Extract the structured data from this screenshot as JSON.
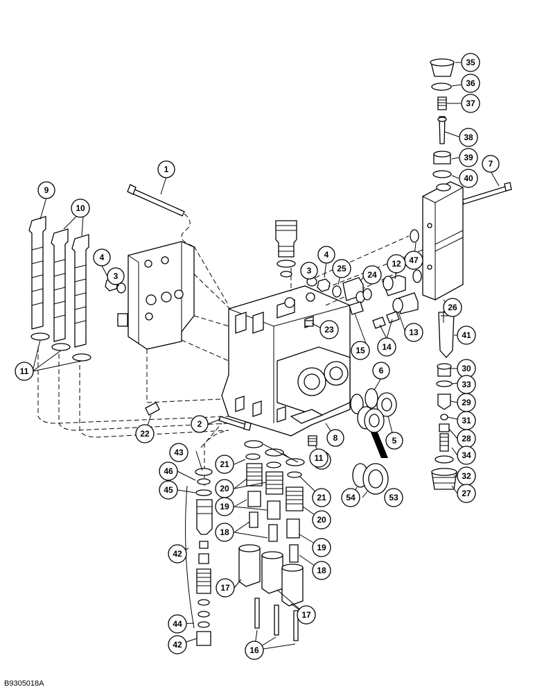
{
  "figure_ref": "B9305018A",
  "callouts": [
    {
      "id": "c35",
      "label": "35"
    },
    {
      "id": "c36",
      "label": "36"
    },
    {
      "id": "c37",
      "label": "37"
    },
    {
      "id": "c38",
      "label": "38"
    },
    {
      "id": "c39",
      "label": "39"
    },
    {
      "id": "c40",
      "label": "40"
    },
    {
      "id": "c7",
      "label": "7"
    },
    {
      "id": "c1",
      "label": "1"
    },
    {
      "id": "c9",
      "label": "9"
    },
    {
      "id": "c10",
      "label": "10"
    },
    {
      "id": "c47",
      "label": "47"
    },
    {
      "id": "c12",
      "label": "12"
    },
    {
      "id": "c4a",
      "label": "4"
    },
    {
      "id": "c3a",
      "label": "3"
    },
    {
      "id": "c3b",
      "label": "3"
    },
    {
      "id": "c4b",
      "label": "4"
    },
    {
      "id": "c25",
      "label": "25"
    },
    {
      "id": "c24",
      "label": "24"
    },
    {
      "id": "c26",
      "label": "26"
    },
    {
      "id": "c23a",
      "label": "23"
    },
    {
      "id": "c13",
      "label": "13"
    },
    {
      "id": "c15",
      "label": "15"
    },
    {
      "id": "c14",
      "label": "14"
    },
    {
      "id": "c41",
      "label": "41"
    },
    {
      "id": "c11a",
      "label": "11"
    },
    {
      "id": "c30",
      "label": "30"
    },
    {
      "id": "c33",
      "label": "33"
    },
    {
      "id": "c6",
      "label": "6"
    },
    {
      "id": "c29",
      "label": "29"
    },
    {
      "id": "c31",
      "label": "31"
    },
    {
      "id": "c22",
      "label": "22"
    },
    {
      "id": "c2",
      "label": "2"
    },
    {
      "id": "c8",
      "label": "8"
    },
    {
      "id": "c5",
      "label": "5"
    },
    {
      "id": "c28",
      "label": "28"
    },
    {
      "id": "c23b",
      "label": "23"
    },
    {
      "id": "c34",
      "label": "34"
    },
    {
      "id": "c43",
      "label": "43"
    },
    {
      "id": "c11b",
      "label": "11"
    },
    {
      "id": "c21a",
      "label": "21"
    },
    {
      "id": "c32",
      "label": "32"
    },
    {
      "id": "c46",
      "label": "46"
    },
    {
      "id": "c20a",
      "label": "20"
    },
    {
      "id": "c45",
      "label": "45"
    },
    {
      "id": "c27",
      "label": "27"
    },
    {
      "id": "c21b",
      "label": "21"
    },
    {
      "id": "c54",
      "label": "54"
    },
    {
      "id": "c53",
      "label": "53"
    },
    {
      "id": "c19a",
      "label": "19"
    },
    {
      "id": "c20b",
      "label": "20"
    },
    {
      "id": "c42a",
      "label": "42"
    },
    {
      "id": "c18a",
      "label": "18"
    },
    {
      "id": "c19b",
      "label": "19"
    },
    {
      "id": "c18b",
      "label": "18"
    },
    {
      "id": "c17a",
      "label": "17"
    },
    {
      "id": "c17b",
      "label": "17"
    },
    {
      "id": "c44",
      "label": "44"
    },
    {
      "id": "c42b",
      "label": "42"
    },
    {
      "id": "c16",
      "label": "16"
    }
  ]
}
